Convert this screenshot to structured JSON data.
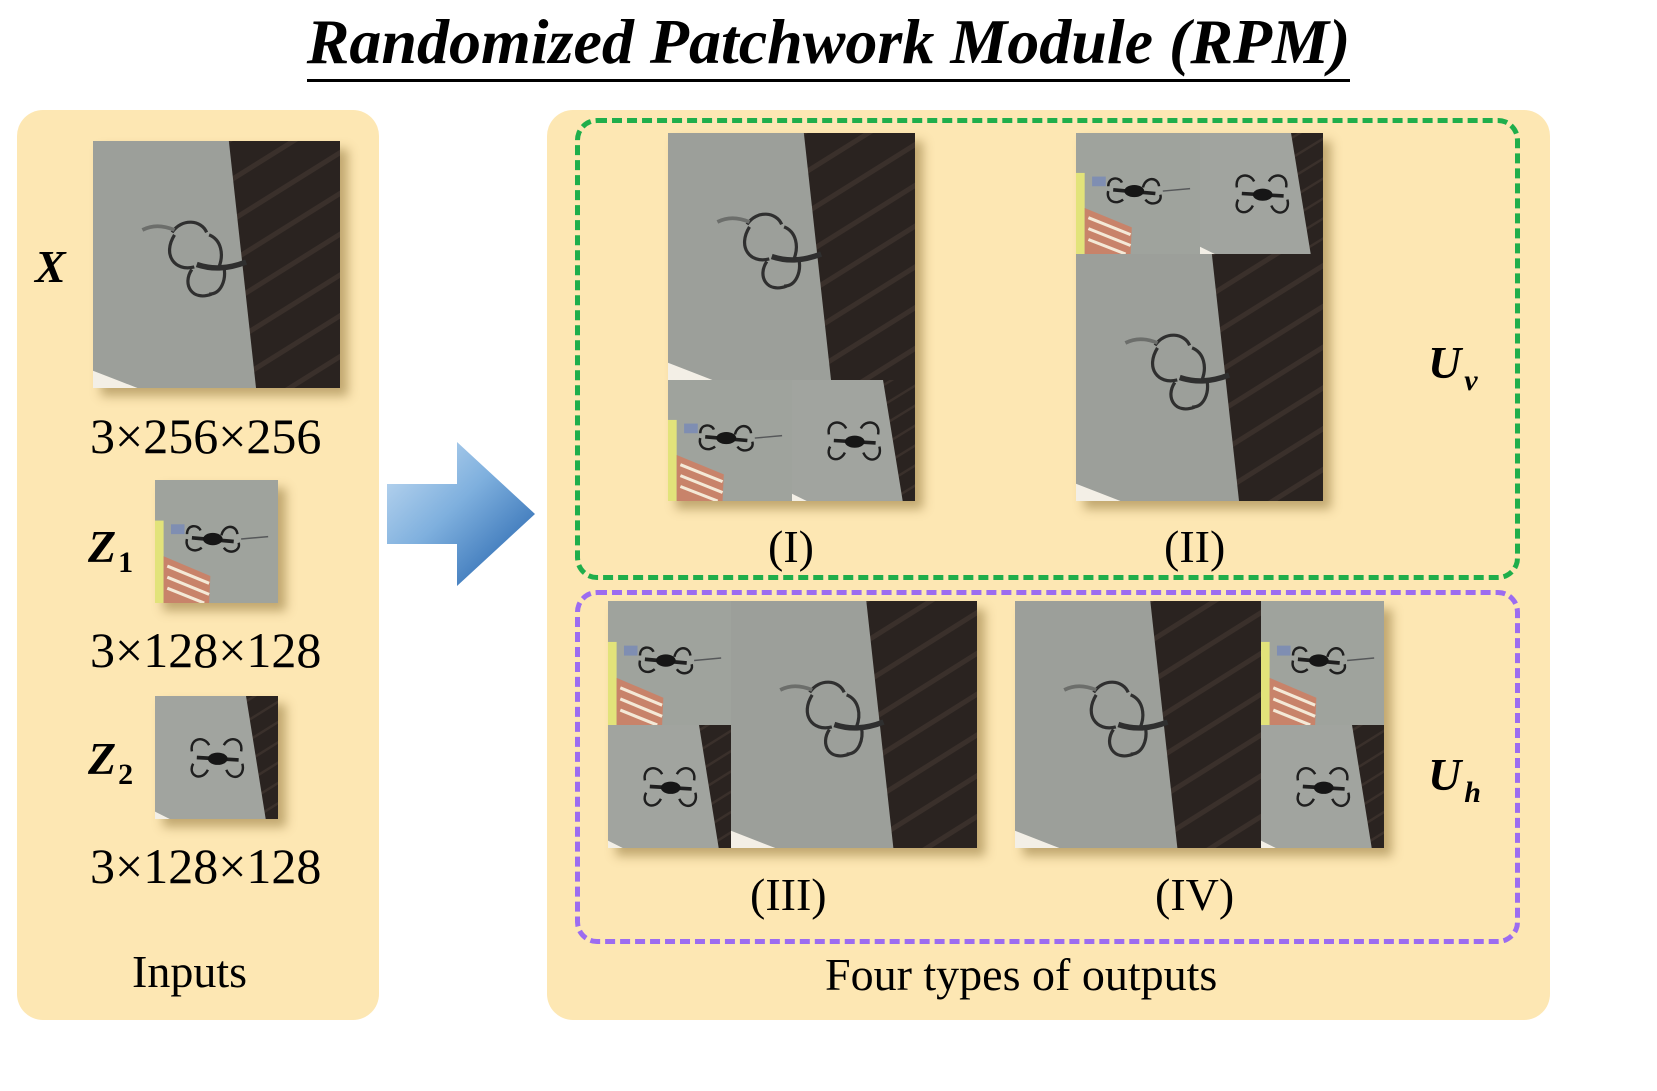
{
  "title": "Randomized Patchwork Module (RPM)",
  "inputs": {
    "x_label": "X",
    "x_dims": "3×256×256",
    "z1_label": "Z",
    "z1_sub": "1",
    "z1_dims": "3×128×128",
    "z2_label": "Z",
    "z2_sub": "2",
    "z2_dims": "3×128×128",
    "caption": "Inputs"
  },
  "arrow_icon": "right-arrow-icon",
  "outputs": {
    "caption": "Four types of outputs",
    "uv_label": "U",
    "uv_sub": "v",
    "uh_label": "U",
    "uh_sub": "h",
    "type1": "(I)",
    "type2": "(II)",
    "type3": "(III)",
    "type4": "(IV)"
  },
  "colors": {
    "panel": "#fde7b3",
    "uv_border": "#1fae4b",
    "uh_border": "#9c6cf0",
    "arrow_light": "#bcd8f0",
    "arrow_dark": "#1d62ad"
  }
}
